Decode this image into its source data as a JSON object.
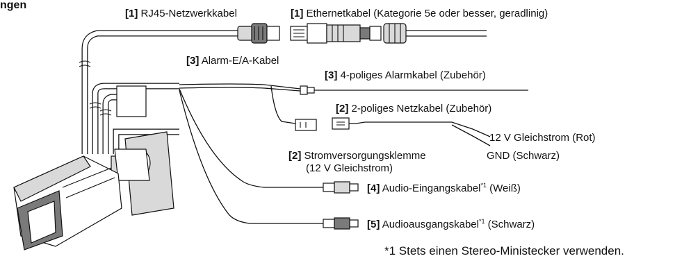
{
  "header": {
    "fragment": "ngen"
  },
  "labels": {
    "rj45": {
      "num": "[1]",
      "text": "RJ45-Netzwerkkabel"
    },
    "ethernet": {
      "num": "[1]",
      "text": "Ethernetkabel (Kategorie 5e oder besser, geradlinig)"
    },
    "alarm_io": {
      "num": "[3]",
      "text": "Alarm-E/A-Kabel"
    },
    "alarm4": {
      "num": "[3]",
      "text": "4-poliges Alarmkabel (Zubehör)"
    },
    "power2": {
      "num": "[2]",
      "text": "2-poliges Netzkabel (Zubehör)"
    },
    "dc_red": {
      "text": "12 V Gleichstrom (Rot)"
    },
    "gnd": {
      "text": "GND (Schwarz)"
    },
    "terminal": {
      "num": "[2]",
      "text": "Stromversorgungsklemme",
      "text2": "(12 V Gleichstrom)"
    },
    "audio_in": {
      "num": "[4]",
      "text": "Audio-Eingangskabel",
      "sup": "*1",
      "suffix": " (Weiß)"
    },
    "audio_out": {
      "num": "[5]",
      "text": "Audioausgangskabel",
      "sup": "*1",
      "suffix": " (Schwarz)"
    }
  },
  "footnote": {
    "text": "*1  Stets einen Stereo-Ministecker verwenden."
  }
}
